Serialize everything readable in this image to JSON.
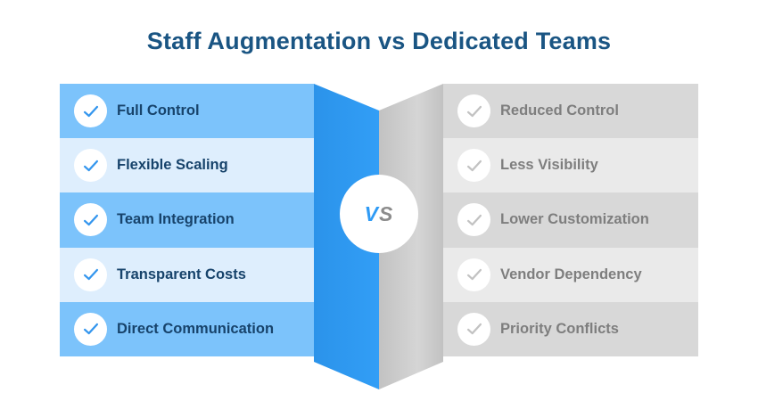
{
  "title": "Staff Augmentation vs Dedicated Teams",
  "vs_badge": {
    "v": "V",
    "s": "S"
  },
  "columns": {
    "left": {
      "items": [
        {
          "label": "Full Control"
        },
        {
          "label": "Flexible Scaling"
        },
        {
          "label": "Team Integration"
        },
        {
          "label": "Transparent Costs"
        },
        {
          "label": "Direct Communication"
        }
      ]
    },
    "right": {
      "items": [
        {
          "label": "Reduced Control"
        },
        {
          "label": "Less Visibility"
        },
        {
          "label": "Lower Customization"
        },
        {
          "label": "Vendor Dependency"
        },
        {
          "label": "Priority Conflicts"
        }
      ]
    }
  },
  "icons": {
    "row_marker": "check-icon",
    "divider": "folded-ribbon"
  },
  "colors": {
    "title_text": "#1a5583",
    "row_blue_medium": "#7cc3fb",
    "row_blue_light": "#deeefd",
    "row_gray_medium": "#d8d8d8",
    "row_gray_light": "#eaeaea",
    "left_item_text": "#17436b",
    "right_item_text": "#7e7e7e",
    "check_blue": "#3496ee",
    "check_gray": "#c2c2c2",
    "spine_blue_dark": "#2b93ea",
    "spine_blue": "#329ef6",
    "spine_gray_dark": "#c2c2c2",
    "spine_gray": "#d5d5d5",
    "vs_v": "#2f9bf5",
    "vs_s": "#8c8c8c",
    "circle_bg": "#ffffff"
  }
}
